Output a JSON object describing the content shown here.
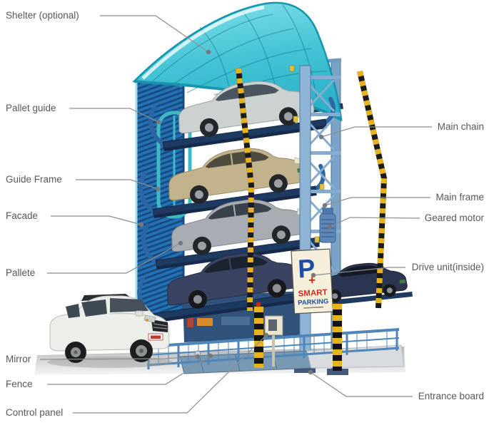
{
  "diagram": {
    "subject": "rotary-smart-parking-system",
    "labels_left": [
      {
        "text": "Shelter (optional)"
      },
      {
        "text": "Pallet guide"
      },
      {
        "text": "Guide Frame"
      },
      {
        "text": "Facade"
      },
      {
        "text": "Pallete"
      },
      {
        "text": "Mirror"
      },
      {
        "text": "Fence"
      },
      {
        "text": "Control panel"
      }
    ],
    "labels_right": [
      {
        "text": "Main chain"
      },
      {
        "text": "Main frame"
      },
      {
        "text": "Geared motor"
      },
      {
        "text": "Drive unit(inside)"
      },
      {
        "text": "Entrance board"
      }
    ],
    "signboard": {
      "letter": "P",
      "plus": "+",
      "line1": "SMART",
      "line2": "PARKING"
    },
    "colors": {
      "label_text": "#57585a",
      "leader_line": "#8e8e90",
      "roof_teal": "#45c4d6",
      "facade_blue": "#2472b4",
      "frame_steel": "#8fb5d6",
      "sign_background": "#f5efdb",
      "sign_blue": "#1d4f9e",
      "sign_red": "#d0281e",
      "hazard_yellow": "#e6b31e"
    }
  }
}
